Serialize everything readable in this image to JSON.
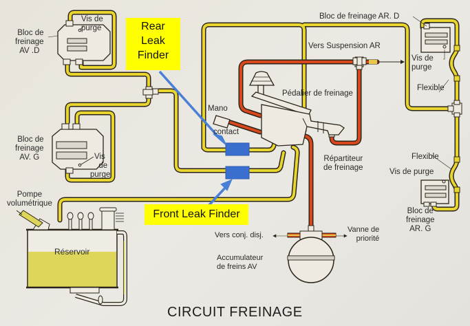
{
  "title": "CIRCUIT FREINAGE",
  "callouts": {
    "rear": [
      "Rear",
      "Leak",
      "Finder"
    ],
    "front": "Front Leak Finder"
  },
  "labels": {
    "bloc_av_d": [
      "Bloc de",
      "freinage",
      "AV .D"
    ],
    "vis_purge_av_d": [
      "Vis de",
      "purge"
    ],
    "bloc_av_g": [
      "Bloc de",
      "freinage",
      "AV. G"
    ],
    "vis_purge_av_g": [
      "Vis",
      "de",
      "purge"
    ],
    "pompe": [
      "Pompe",
      "volumétrique"
    ],
    "reservoir": "Réservoir",
    "bloc_ar_d": "Bloc de  freinage AR. D",
    "vers_suspension": "Vers  Suspension AR",
    "vis_purge_ar_d": [
      "Vis de",
      "purge"
    ],
    "flexible_top": "Flexible",
    "pedalier": "Pédalier de freinage",
    "mano": "Mano",
    "contact": "contact",
    "repartiteur": [
      "Répartiteur",
      "de freinage"
    ],
    "flexible_bottom": "Flexible",
    "vis_purge_ar_g": "Vis de purge",
    "bloc_ar_g": [
      "Bloc de",
      "freinage",
      "AR. G"
    ],
    "vers_conj": "Vers  conj. disj.",
    "vanne": [
      "Vanne  de",
      "priorité"
    ],
    "accumulateur": [
      "Accumulateur",
      "de freins AV"
    ]
  },
  "colors": {
    "yellow_pipe": "#e8d530",
    "red_pipe": "#d9481c",
    "outline": "#2a2418",
    "callout_bg": "#ffff00",
    "leak_finder": "#3a6fd0",
    "arrow": "#4a7fd8",
    "fluid": "#ddd65a"
  },
  "icons": {
    "leak_finder_rear": "blue-rectangle",
    "leak_finder_front": "blue-rectangle"
  }
}
